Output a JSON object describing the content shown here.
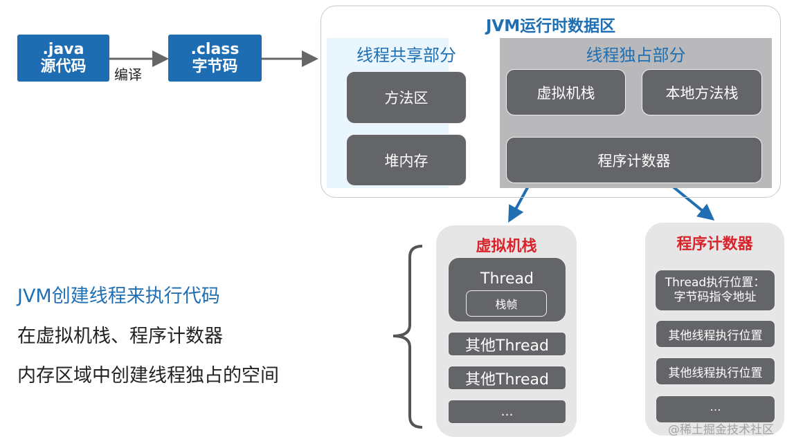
{
  "source": {
    "line1": ".java",
    "line2": "源代码"
  },
  "compile_label": "编译",
  "bytecode": {
    "line1": ".class",
    "line2": "字节码"
  },
  "runtime": {
    "title": "JVM运行时数据区",
    "shared": {
      "title": "线程共享部分",
      "items": [
        "方法区",
        "堆内存"
      ]
    },
    "exclusive": {
      "title": "线程独占部分",
      "items": [
        "虚拟机栈",
        "本地方法栈",
        "程序计数器"
      ]
    }
  },
  "explanation": [
    "JVM创建线程来执行代码",
    "在虚拟机栈、程序计数器",
    "内存区域中创建线程独占的空间"
  ],
  "vm_stack": {
    "title": "虚拟机栈",
    "thread": "Thread",
    "frame": "栈帧",
    "others": [
      "其他Thread",
      "其他Thread",
      "…"
    ]
  },
  "pc": {
    "title": "程序计数器",
    "current_line1": "Thread执行位置：",
    "current_line2": "字节码指令地址",
    "others": [
      "其他线程执行位置",
      "其他线程执行位置",
      "…"
    ]
  },
  "watermark": "@稀土掘金技术社区"
}
